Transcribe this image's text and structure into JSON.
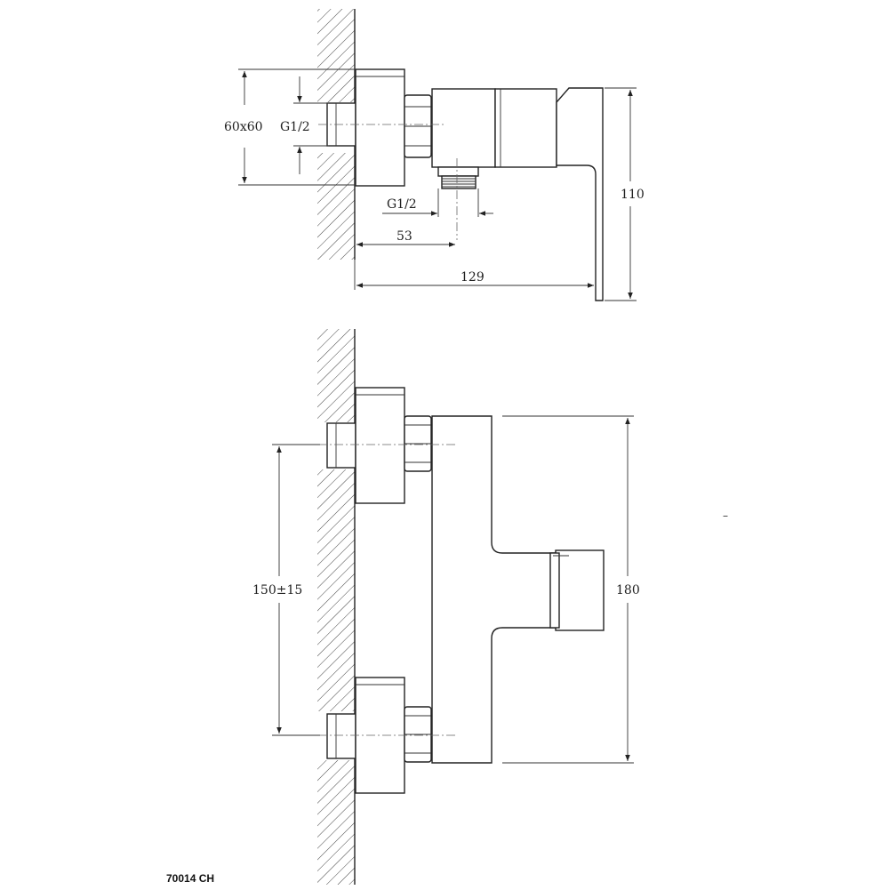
{
  "side_view": {
    "flange_size": "60x60",
    "inlet_thread": "G1/2",
    "outlet_thread": "G1/2",
    "outlet_offset": "53",
    "depth": "129",
    "height": "110"
  },
  "front_view": {
    "center_distance": "150±15",
    "height": "180",
    "stray_mark": "–"
  },
  "model_code": "70014 CH",
  "colors": {
    "line": "#222222",
    "hatch": "#444444",
    "background": "#ffffff"
  }
}
